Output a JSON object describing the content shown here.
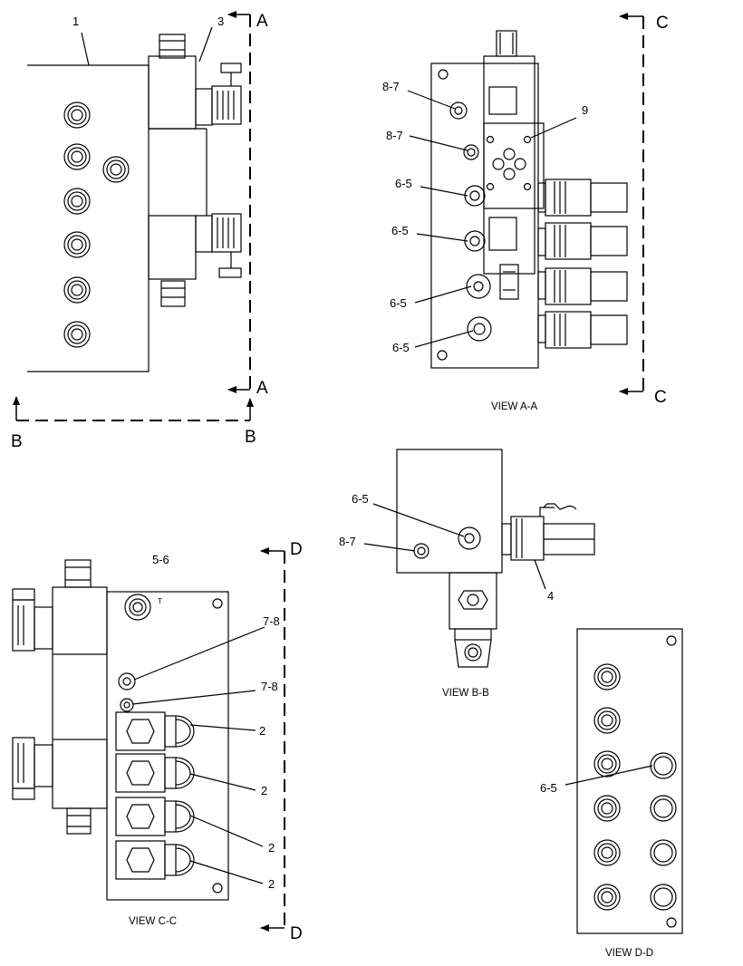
{
  "section_markers": {
    "a_top": "A",
    "a_bottom": "A",
    "b_left": "B",
    "b_right": "B",
    "c_top": "C",
    "c_bottom": "C",
    "d_top": "D",
    "d_bottom": "D"
  },
  "callouts": {
    "main_1": "1",
    "main_3": "3",
    "aa_8_7_top": "8-7",
    "aa_9": "9",
    "aa_8_7_lower": "8-7",
    "aa_6_5_a": "6-5",
    "aa_6_5_b": "6-5",
    "aa_6_5_c": "6-5",
    "aa_6_5_d": "6-5",
    "bb_6_5": "6-5",
    "bb_8_7": "8-7",
    "bb_4": "4",
    "cc_5_6": "5-6",
    "cc_t": "T",
    "cc_7_8_a": "7-8",
    "cc_7_8_b": "7-8",
    "cc_2_a": "2",
    "cc_2_b": "2",
    "cc_2_c": "2",
    "cc_2_d": "2",
    "dd_6_5": "6-5"
  },
  "captions": {
    "view_aa": "VIEW A-A",
    "view_bb": "VIEW B-B",
    "view_cc": "VIEW C-C",
    "view_dd": "VIEW D-D"
  }
}
